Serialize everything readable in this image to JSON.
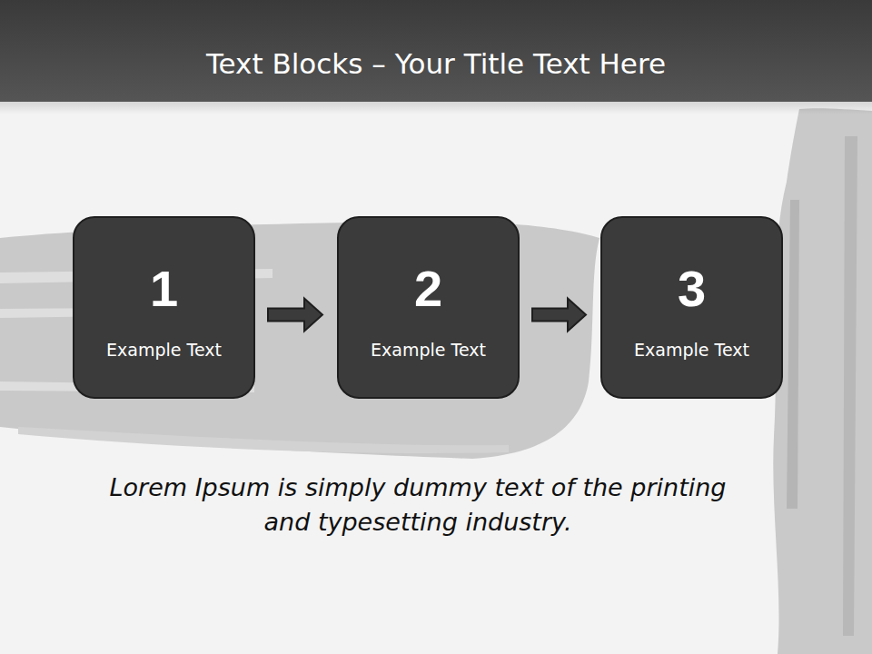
{
  "diagram": {
    "title": "Text Blocks – Your Title Text Here",
    "caption": "Lorem Ipsum is simply dummy text of the printing and typesetting industry.",
    "nodes": [
      {
        "text": [
          "1",
          "Example Text"
        ]
      },
      {
        "text": [
          "2",
          "Example Text"
        ]
      },
      {
        "text": [
          "3",
          "Example Text"
        ]
      }
    ],
    "edges": [
      {
        "from": 0,
        "to": 1,
        "arrow": "to"
      },
      {
        "from": 1,
        "to": 2,
        "arrow": "to"
      }
    ]
  }
}
